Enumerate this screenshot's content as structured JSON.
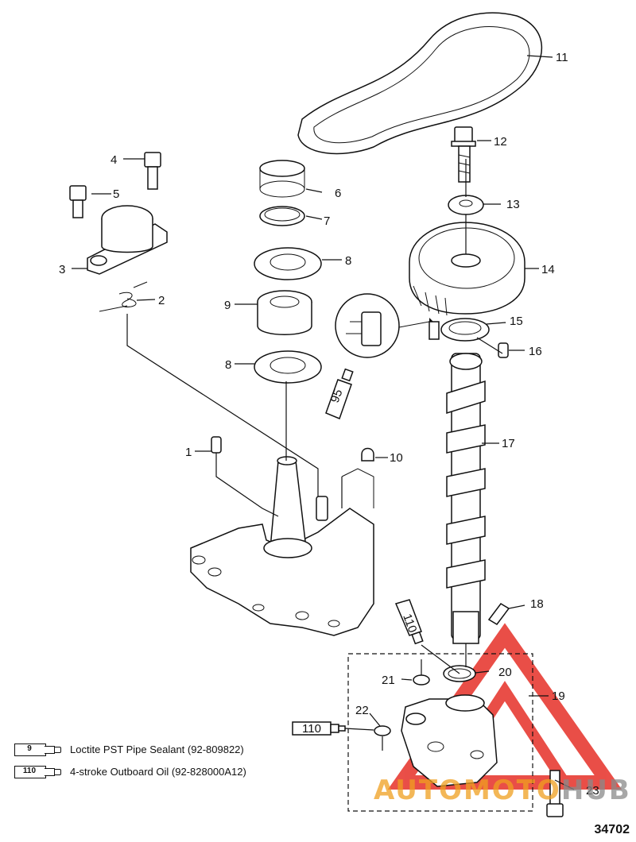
{
  "callouts": [
    "1",
    "2",
    "3",
    "4",
    "5",
    "6",
    "7",
    "8",
    "9",
    "8",
    "10",
    "11",
    "12",
    "13",
    "14",
    "15",
    "16",
    "17",
    "18",
    "19",
    "20",
    "21",
    "22",
    "23"
  ],
  "tube_95": "95",
  "tube_110_top": "110",
  "tube_110_left": "110",
  "legend": [
    {
      "number": "9",
      "text": "Loctite PST Pipe Sealant (92-809822)"
    },
    {
      "number": "110",
      "text": "4-stroke Outboard Oil (92-828000A12)"
    }
  ],
  "figure_number": "34702",
  "watermark": {
    "auto": "AUTOMOTO",
    "hub": "HUB",
    "color": "#e63028",
    "accent": "#f0a020"
  }
}
